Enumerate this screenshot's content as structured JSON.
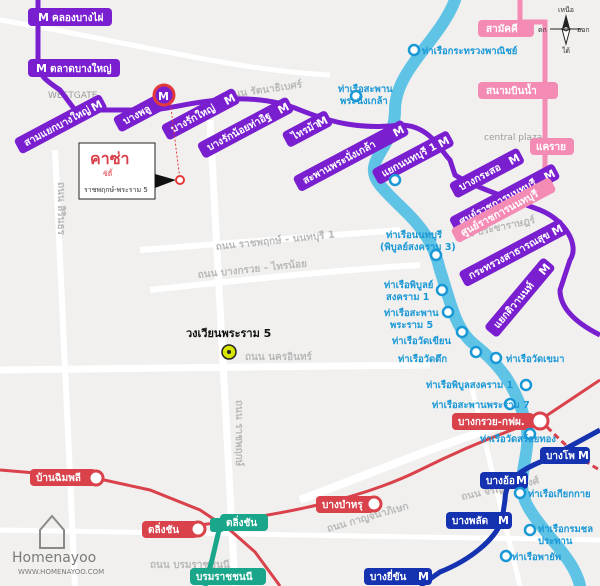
{
  "colors": {
    "purple": "#7a1fd0",
    "pink": "#f48bb5",
    "red": "#d9414b",
    "blue": "#1532b0",
    "green": "#1aa68a",
    "river": "#5fc3e6",
    "pier": "#1a98d6",
    "condo_red": "#e23a3a"
  },
  "compass": {
    "north": "เหนือ",
    "east": "ออก",
    "west": "ตก",
    "south": "ใต้"
  },
  "purple_stations": [
    {
      "label": "คลองบางไผ่",
      "icon": "M"
    },
    {
      "label": "ตลาดบางใหญ่",
      "icon": "M"
    },
    {
      "label": "สามแยกบางใหญ่",
      "icon": "M"
    },
    {
      "label": "บางพลู",
      "icon": "M"
    },
    {
      "label": "บางรักใหญ่",
      "icon": "M"
    },
    {
      "label": "บางรักน้อยท่าอิฐ",
      "icon": "M"
    },
    {
      "label": "ไทรม้า",
      "icon": "M"
    },
    {
      "label": "สะพานพระนั่งเกล้า",
      "icon": "M"
    },
    {
      "label": "แยกนนทบุรี 1",
      "icon": "M"
    },
    {
      "label": "บางกระสอ",
      "icon": "M"
    },
    {
      "label": "ศูนย์ราชการนนทบุรี",
      "icon": "M"
    },
    {
      "label": "กระทรวงสาธารณสุข",
      "icon": "M"
    },
    {
      "label": "แยกติวานนท์",
      "icon": "M"
    }
  ],
  "pink_stations": [
    {
      "label": "สามัคคี"
    },
    {
      "label": "สนามบินน้ำ"
    },
    {
      "label": "แคราย"
    },
    {
      "label": "ศูนย์ราชการนนทบุรี"
    }
  ],
  "red_stations": [
    {
      "label": "บ้านฉิมพลี"
    },
    {
      "label": "ตลิ่งชัน"
    },
    {
      "label": "บางบำหรุ"
    },
    {
      "label": "บางกรวย-กฟผ."
    }
  ],
  "green_stations": [
    {
      "label": "ตลิ่งชัน"
    },
    {
      "label": "บรมราชชนนี"
    }
  ],
  "blue_stations": [
    {
      "label": "บางโพ",
      "icon": "M"
    },
    {
      "label": "บางอ้อ",
      "icon": "M"
    },
    {
      "label": "บางพลัด",
      "icon": "M"
    },
    {
      "label": "บางยี่ขัน",
      "icon": "M"
    }
  ],
  "piers": [
    "ท่าเรือกระทรวงพาณิชย์",
    "ท่าเรือสะพาน",
    "พระนั่งเกล้า",
    "ท่าเรือนนทบุรี",
    "(พิบูลย์สงคราม 3)",
    "ท่าเรือพิบูลย์",
    "สงคราม 1",
    "ท่าเรือสะพาน",
    "พระราม 5",
    "ท่าเรือวัดเขียน",
    "ท่าเรือวัดตึก",
    "ท่าเรือวัดเขมา",
    "ท่าเรือพิบูลสงคราม 1",
    "ท่าเรือสะพานพระราม 7",
    "ท่าเรือวัดสร้อยทอง",
    "ท่าเรือเกียกกาย",
    "ท่าเรือกรมชล",
    "ประทาน",
    "ท่าเรือพายัพ"
  ],
  "roads": [
    "ถนน รัตนาธิเบศร์",
    "ถนน ราชพฤกษ์ - นนทบุรี 1",
    "ถนน บางกรวย - ไทรน้อย",
    "ถนน นครอินทร์",
    "ถนน กาญจนาภิเษก",
    "ถนน สิรินธร",
    "ถนน ราชพฤกษ์",
    "ถนน บรมราชชนนี",
    "ถนน จรัญสนิทวงศ์",
    "ถนน ประชาราษฎร์"
  ],
  "places": [
    "WESTGATE",
    "central plaza"
  ],
  "landmark": {
    "label": "วงเวียนพระราม 5"
  },
  "project": {
    "logo_text": "คาซ่า",
    "logo_sub": "ซิตี้",
    "caption": "ราชพฤกษ์-พระราม 5"
  },
  "brand": {
    "name": "Homenayoo",
    "url": "WWW.HOMENAYOO.COM"
  }
}
